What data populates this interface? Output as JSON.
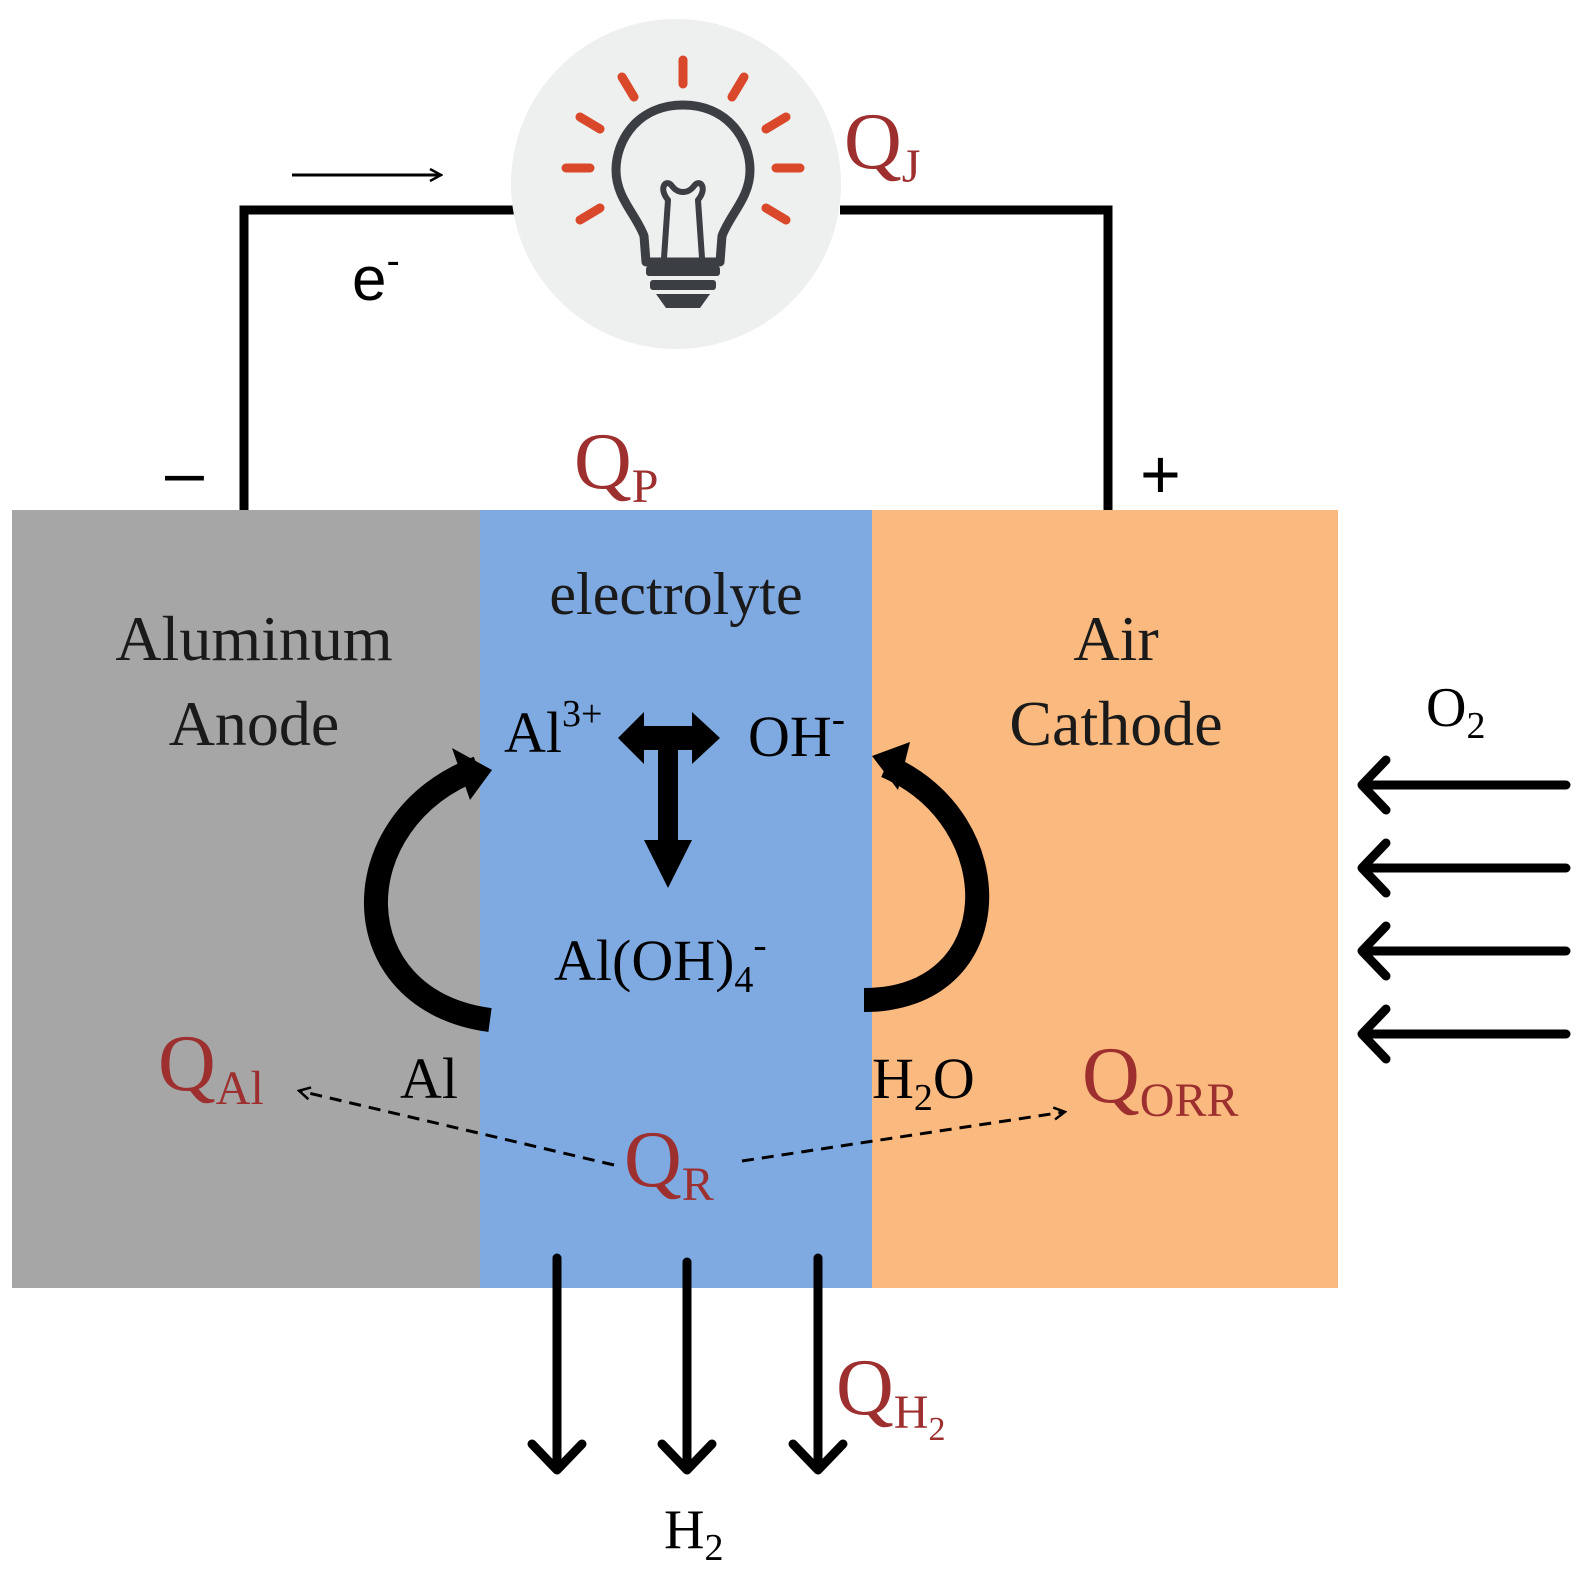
{
  "colors": {
    "anode": "#a6a6a6",
    "electrolyte": "#7faae1",
    "cathode": "#f9b97f",
    "heat_label": "#9e2f2f",
    "bulb_bg": "#eeefef",
    "bulb_body": "#3b3e42",
    "bulb_rays": "#d9482a",
    "wire": "#000000"
  },
  "circuit": {
    "electron": "e",
    "electron_sup": "-",
    "minus_terminal": "–",
    "plus_terminal": "+"
  },
  "regions": {
    "anode_line1": "Aluminum",
    "anode_line2": "Anode",
    "electrolyte": "electrolyte",
    "cathode_line1": "Air",
    "cathode_line2": "Cathode"
  },
  "species": {
    "al_ion": "Al",
    "al_ion_sup": "3+",
    "hydroxide": "OH",
    "hydroxide_sup": "-",
    "aluminate": "Al(OH)",
    "aluminate_sub": "4",
    "aluminate_sup": "-",
    "aluminum": "Al",
    "water_h": "H",
    "water_sub": "2",
    "water_o": "O",
    "oxygen": "O",
    "oxygen_sub": "2",
    "hydrogen": "H",
    "hydrogen_sub": "2"
  },
  "heat": {
    "joule_q": "Q",
    "joule_sub": "J",
    "polarization_q": "Q",
    "polarization_sub": "P",
    "aluminum_q": "Q",
    "aluminum_sub": "Al",
    "orr_q": "Q",
    "orr_sub": "ORR",
    "reaction_q": "Q",
    "reaction_sub": "R",
    "hydrogen_q": "Q",
    "hydrogen_sub": "H",
    "hydrogen_subsub": "2"
  }
}
